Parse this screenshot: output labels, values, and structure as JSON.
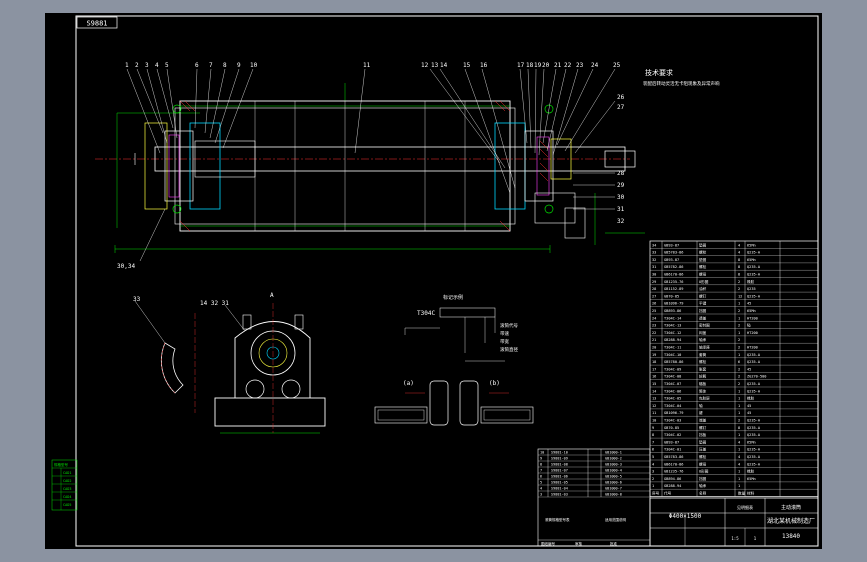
{
  "drawing_code_tab": "S9881",
  "drawing_code_bottom": "13840",
  "title_block": {
    "model": "Φ400×1500",
    "company": "湖北某机械制造厂",
    "drawing_name": "主动滚筒",
    "material_ref": "见明细表",
    "scale": "1:5",
    "sheet": "1"
  },
  "tech_requirements": {
    "heading": "技术要求",
    "line1": "装配后转动灵活无卡阻现象及异常声响"
  },
  "balloons_left": [
    "1",
    "2",
    "3",
    "4",
    "5",
    "6",
    "7",
    "8",
    "9",
    "10",
    "11"
  ],
  "balloons_mid": [
    "12",
    "13",
    "14",
    "15",
    "16"
  ],
  "balloons_right": [
    "17",
    "18",
    "19",
    "20",
    "21",
    "22",
    "23",
    "24",
    "25"
  ],
  "balloons_side": [
    "26",
    "27",
    "28",
    "29",
    "30",
    "31",
    "32"
  ],
  "label_bottom_left": "30,34",
  "label_33": "33",
  "label_bearing_seat": "14 32 31",
  "label_section_a": "A",
  "mark_ref": "T304C",
  "callout_note_1": "滚筒代号",
  "callout_note_2": "带速",
  "callout_note_3": "带宽",
  "callout_note_4": "滚筒直径",
  "callout_heading": "标记示例",
  "view_labels": [
    "(a)",
    "(b)"
  ],
  "left_legend": [
    "规格型号",
    "CAD1",
    "CAD2",
    "CAD3",
    "CAD4",
    "CAD5"
  ],
  "parts_list": {
    "rows": [
      {
        "no": "34",
        "code": "GB93-87",
        "name": "垫圈",
        "qty": "4",
        "material": "65Mn"
      },
      {
        "no": "33",
        "code": "GB5783-86",
        "name": "螺栓",
        "qty": "4",
        "material": "Q235-A"
      },
      {
        "no": "32",
        "code": "GB93-87",
        "name": "垫圈",
        "qty": "8",
        "material": "65Mn"
      },
      {
        "no": "31",
        "code": "GB5782-86",
        "name": "螺栓",
        "qty": "8",
        "material": "Q235-A"
      },
      {
        "no": "30",
        "code": "GB6170-86",
        "name": "螺母",
        "qty": "8",
        "material": "Q235-A"
      },
      {
        "no": "29",
        "code": "GB1235-76",
        "name": "O形圈",
        "qty": "2",
        "material": "橡胶"
      },
      {
        "no": "28",
        "code": "GB1152-89",
        "name": "油杯",
        "qty": "2",
        "material": "Q235"
      },
      {
        "no": "27",
        "code": "GB70-85",
        "name": "螺钉",
        "qty": "12",
        "material": "Q235-A"
      },
      {
        "no": "26",
        "code": "GB1096-79",
        "name": "平键",
        "qty": "1",
        "material": "45"
      },
      {
        "no": "25",
        "code": "GB893-86",
        "name": "挡圈",
        "qty": "2",
        "material": "65Mn"
      },
      {
        "no": "24",
        "code": "T304C-14",
        "name": "透盖",
        "qty": "1",
        "material": "HT200"
      },
      {
        "no": "23",
        "code": "T304C-13",
        "name": "密封圈",
        "qty": "2",
        "material": "毡"
      },
      {
        "no": "22",
        "code": "T304C-12",
        "name": "闷盖",
        "qty": "1",
        "material": "HT200"
      },
      {
        "no": "21",
        "code": "GB288-94",
        "name": "轴承",
        "qty": "2",
        "material": ""
      },
      {
        "no": "20",
        "code": "T304C-11",
        "name": "轴承座",
        "qty": "2",
        "material": "HT200"
      },
      {
        "no": "19",
        "code": "T304C-10",
        "name": "套筒",
        "qty": "1",
        "material": "Q235-A"
      },
      {
        "no": "18",
        "code": "GB5780-86",
        "name": "螺栓",
        "qty": "6",
        "material": "Q235-A"
      },
      {
        "no": "17",
        "code": "T304C-09",
        "name": "胀套",
        "qty": "2",
        "material": "45"
      },
      {
        "no": "16",
        "code": "T304C-08",
        "name": "轮毂",
        "qty": "2",
        "material": "ZG270-500"
      },
      {
        "no": "15",
        "code": "T304C-07",
        "name": "辐板",
        "qty": "2",
        "material": "Q235-A"
      },
      {
        "no": "14",
        "code": "T304C-06",
        "name": "筒体",
        "qty": "1",
        "material": "Q235-A"
      },
      {
        "no": "13",
        "code": "T304C-05",
        "name": "包胶层",
        "qty": "1",
        "material": "橡胶"
      },
      {
        "no": "12",
        "code": "T304C-04",
        "name": "轴",
        "qty": "1",
        "material": "45"
      },
      {
        "no": "11",
        "code": "GB1096-79",
        "name": "键",
        "qty": "1",
        "material": "45"
      },
      {
        "no": "10",
        "code": "T304C-03",
        "name": "端盖",
        "qty": "2",
        "material": "Q235-A"
      },
      {
        "no": "9",
        "code": "GB70-85",
        "name": "螺钉",
        "qty": "8",
        "material": "Q235-A"
      },
      {
        "no": "8",
        "code": "T304C-02",
        "name": "挡板",
        "qty": "1",
        "material": "Q235-A"
      },
      {
        "no": "7",
        "code": "GB93-87",
        "name": "垫圈",
        "qty": "4",
        "material": "65Mn"
      },
      {
        "no": "6",
        "code": "T304C-01",
        "name": "压盖",
        "qty": "1",
        "material": "Q235-A"
      },
      {
        "no": "5",
        "code": "GB5783-86",
        "name": "螺栓",
        "qty": "4",
        "material": "Q235-A"
      },
      {
        "no": "4",
        "code": "GB6170-86",
        "name": "螺母",
        "qty": "4",
        "material": "Q235-A"
      },
      {
        "no": "3",
        "code": "GB1235-76",
        "name": "O形圈",
        "qty": "1",
        "material": "橡胶"
      },
      {
        "no": "2",
        "code": "GB894-86",
        "name": "挡圈",
        "qty": "1",
        "material": "65Mn"
      },
      {
        "no": "1",
        "code": "GB288-94",
        "name": "轴承",
        "qty": "1",
        "material": ""
      }
    ],
    "header": {
      "no": "序号",
      "code": "代号",
      "name": "名称",
      "qty": "数量",
      "material": "材料"
    }
  },
  "change_table": {
    "rows": [
      [
        "10",
        "S9881-10",
        "GB1000-1"
      ],
      [
        "9",
        "S9881-09",
        "GB1000-2"
      ],
      [
        "8",
        "S9881-08",
        "GB1000-3"
      ],
      [
        "7",
        "S9881-07",
        "GB1000-4"
      ],
      [
        "6",
        "S9881-06",
        "GB1000-5"
      ],
      [
        "5",
        "S9881-05",
        "GB1000-6"
      ],
      [
        "4",
        "S9881-04",
        "GB1000-7"
      ],
      [
        "3",
        "S9881-03",
        "GB1000-8"
      ]
    ],
    "note1": "滚筒规格型号表",
    "note2": "适用范围说明",
    "footer1": "图纸编号",
    "footer2": "审核",
    "footer3": "批准"
  },
  "colors": {
    "frame": "#ffffff",
    "line_white": "#ffffff",
    "line_green": "#00e000",
    "line_red": "#ff3030",
    "line_cyan": "#00d8ff",
    "line_yellow": "#ffff40",
    "line_magenta": "#ff40ff"
  }
}
